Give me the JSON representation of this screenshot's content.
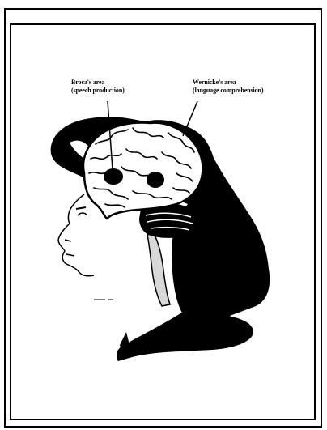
{
  "labels": {
    "brocas_area": {
      "line1": "Broca's area",
      "line2": "(speech production)"
    },
    "wernickes_area": {
      "line1": "Wernicke's area",
      "line2": "(language comprehension)"
    }
  },
  "colors": {
    "ink": "#000000",
    "paper": "#ffffff",
    "spinal_cord": "#d8d8d8"
  }
}
